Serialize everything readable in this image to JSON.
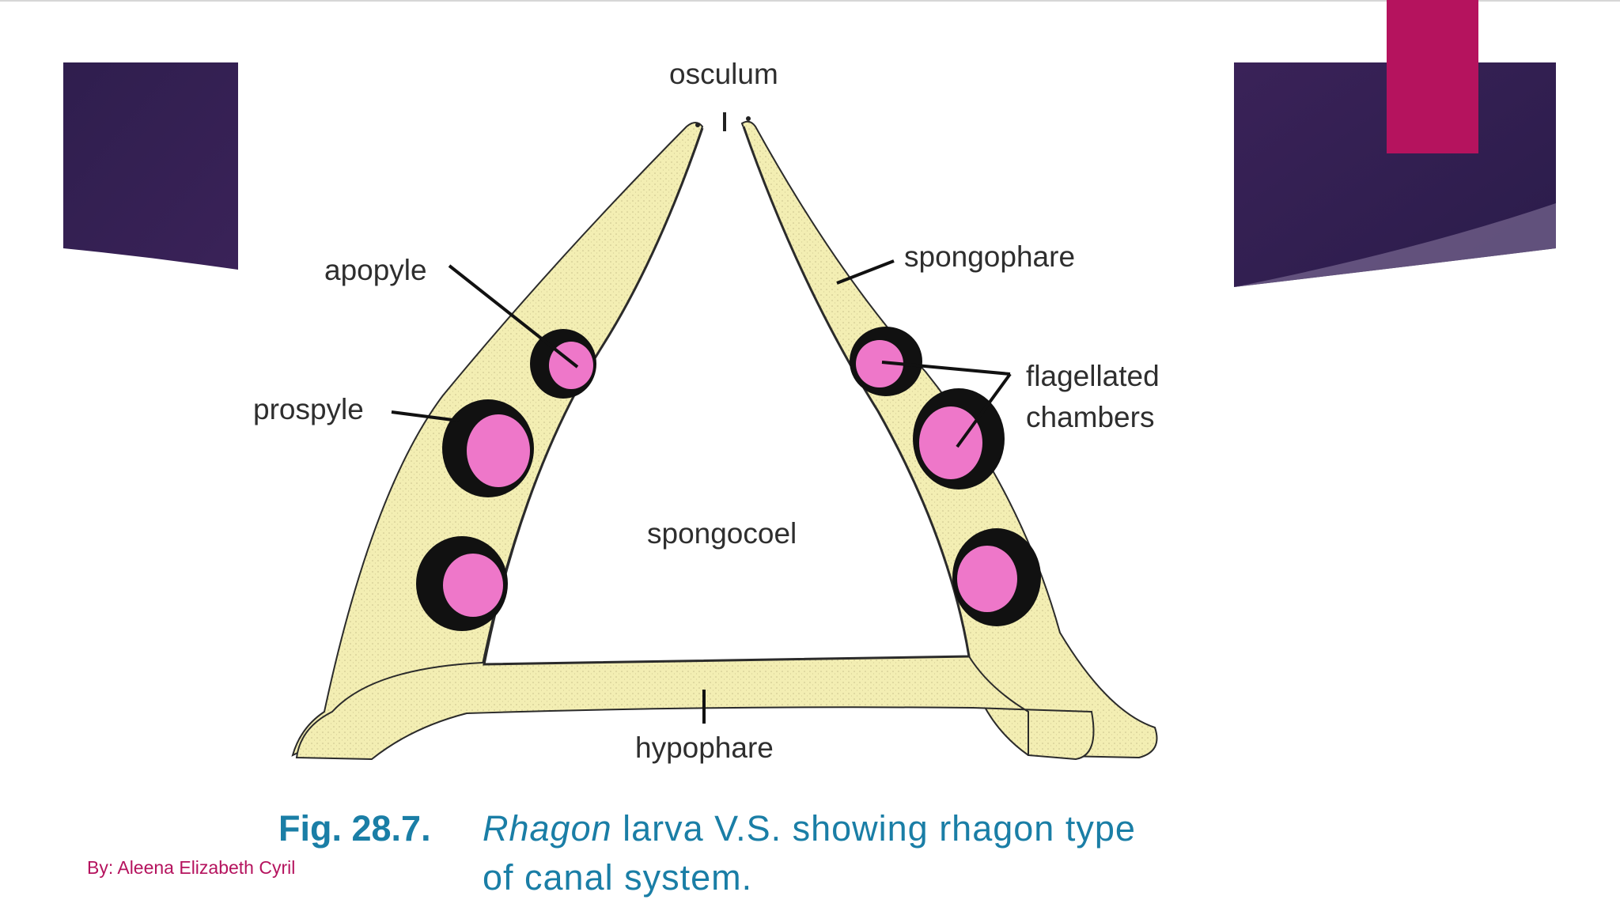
{
  "labels": {
    "osculum": "osculum",
    "apopyle": "apopyle",
    "prospyle": "prospyle",
    "spongophare": "spongophare",
    "flagellated": "flagellated",
    "chambers": "chambers",
    "spongocoel": "spongocoel",
    "hypophare": "hypophare"
  },
  "caption": {
    "fig": "Fig. 28.7.",
    "italic": "Rhagon",
    "line1_rest": " larva V.S. showing rhagon type",
    "line2": "of canal system."
  },
  "footer": {
    "author": "By: Aleena Elizabeth Cyril"
  },
  "colors": {
    "accent_dark": "#2f1e4e",
    "accent_magenta": "#b5135e",
    "tissue": "#f3eeb3",
    "chamber": "#ee77c9",
    "caption": "#1a7ea6"
  }
}
